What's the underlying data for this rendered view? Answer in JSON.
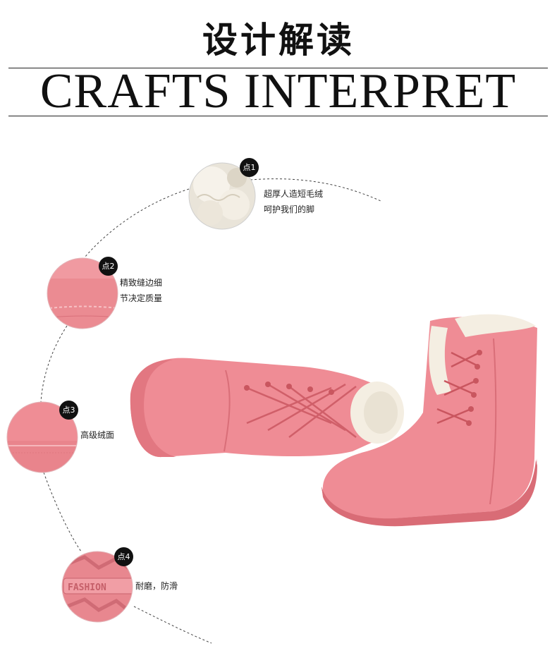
{
  "header": {
    "title_cn": "设计解读",
    "title_en": "CRAFTS INTERPRET"
  },
  "features": [
    {
      "badge": "点1",
      "lines": [
        "超厚人造短毛绒",
        "呵护我们的脚"
      ]
    },
    {
      "badge": "点2",
      "lines": [
        "精致缝边细",
        "节决定质量"
      ]
    },
    {
      "badge": "点3",
      "lines": [
        "高级绒面"
      ]
    },
    {
      "badge": "点4",
      "lines": [
        "耐磨，防滑"
      ]
    }
  ],
  "sole_text": "FASHION",
  "colors": {
    "accent_pink": "#ee7f8a",
    "fur": "#f4eee2",
    "badge": "#111111"
  }
}
